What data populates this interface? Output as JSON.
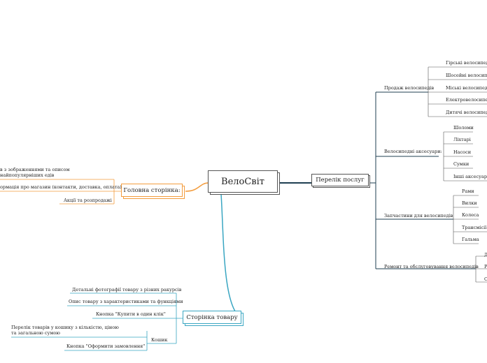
{
  "central": "ВелоСвіт",
  "branches": {
    "services": {
      "label": "Перелік послуг",
      "sales": {
        "label": "Продаж велосипедів",
        "items": [
          "Гірські велосипеди",
          "Шосейні велосипеди",
          "Міські велосипеди",
          "Електровелосипеди",
          "Дитячі велосипеди"
        ]
      },
      "accessories": {
        "label": "Велосипедні аксесуари:",
        "items": [
          "Шоломи",
          "Ліхтарі",
          "Насоси",
          "Сумки",
          "Інші аксесуари"
        ]
      },
      "parts": {
        "label": "Запчастини для велосипедів",
        "items": [
          "Рами",
          "Вилки",
          "Колеса",
          "Трансмісії",
          "Гальма"
        ]
      },
      "repair": {
        "label": "Ремонт та обслуговування велосипедів",
        "items": [
          "Д",
          "Р",
          "С"
        ]
      }
    },
    "home": {
      "label": "Головна сторінка:",
      "items": [
        "в з зображеннями та описом найпопулярніших едів",
        "ормація про магазин (контакти, доставка, оплата)",
        "Акції та розпродажі"
      ]
    },
    "product": {
      "label": "Сторінка товару",
      "items": [
        "Детальні фотографії товару з різних ракурсів",
        "Опис товару з характеристиками та функціями",
        "Кнопка \"Купити в один клік\""
      ],
      "cart": {
        "label": "Кошик",
        "items": [
          "Перелік товарів у кошику з кількістю, ціною та загальною сумою",
          "Кнопка \"Оформити замовлення\""
        ]
      }
    }
  },
  "colors": {
    "services": "#1f3f52",
    "home": "#f39c3d",
    "product": "#3aa6c2",
    "dark": "#555555"
  }
}
